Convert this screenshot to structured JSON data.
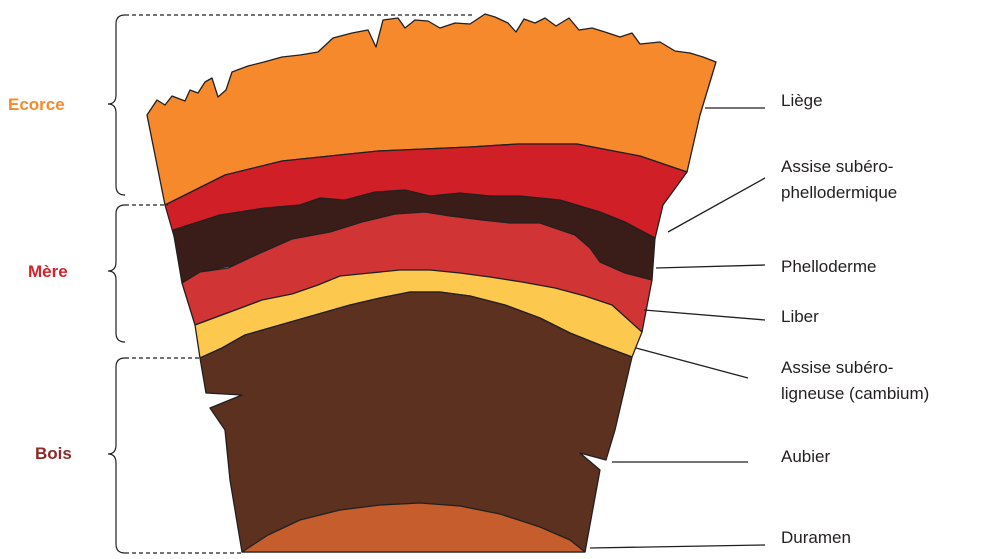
{
  "groups": {
    "ecorce": "Ecorce",
    "mere": "Mère",
    "bois": "Bois"
  },
  "layers": {
    "liege": "Liège",
    "assise_subero_phello_line1": "Assise subéro-",
    "assise_subero_phello_line2": "phellodermique",
    "phelloderme": "Phelloderme",
    "liber": "Liber",
    "assise_subero_ligneuse_line1": "Assise subéro-",
    "assise_subero_ligneuse_line2": "ligneuse (cambium)",
    "aubier": "Aubier",
    "duramen": "Duramen"
  },
  "colors": {
    "ecorce_label": "#f58a2b",
    "mere_label": "#d2232a",
    "bois_label": "#8b2b2b",
    "liege": "#f5892b",
    "assise_subero_phellodermique": "#d01f26",
    "phelloderme_dark": "#3a1d18",
    "phelloderme": "#d13434",
    "cambium": "#fdc84e",
    "aubier": "#5c3120",
    "duramen": "#c55d2c"
  }
}
